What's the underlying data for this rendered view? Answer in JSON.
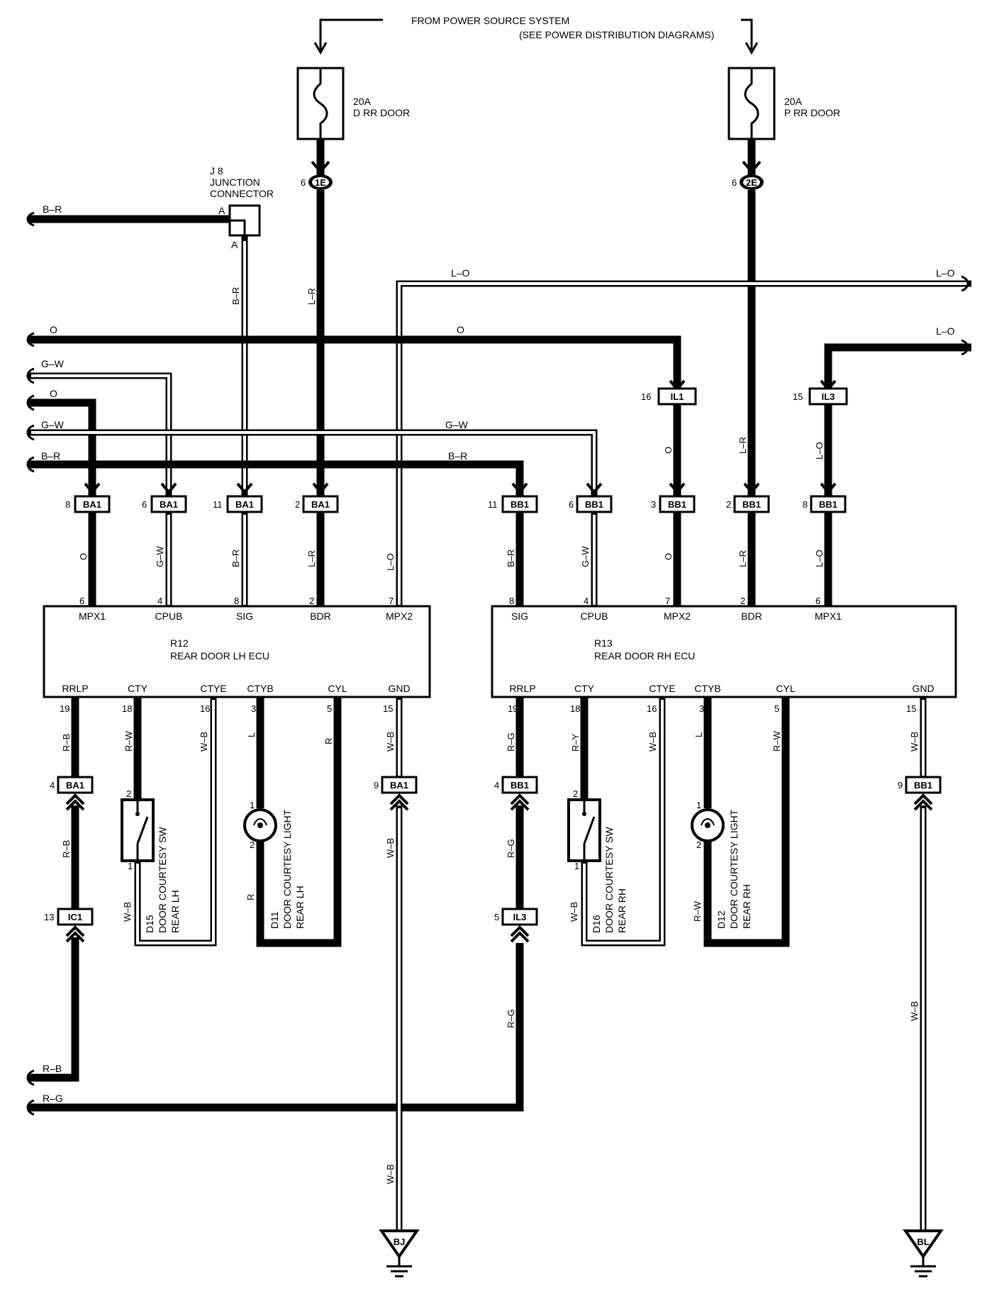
{
  "power_source": {
    "line1": "FROM POWER SOURCE SYSTEM",
    "line2": "(SEE POWER DISTRIBUTION DIAGRAMS)"
  },
  "fuses": [
    {
      "rating": "20A",
      "name": "D RR DOOR",
      "pin": "6",
      "connector": "1E"
    },
    {
      "rating": "20A",
      "name": "P RR DOOR",
      "pin": "6",
      "connector": "2E"
    }
  ],
  "junction": {
    "id": "J 8",
    "name1": "JUNCTION",
    "name2": "CONNECTOR",
    "pin_a1": "A",
    "pin_a2": "A"
  },
  "wire_colors": {
    "br": "B–R",
    "lr": "L–R",
    "lo": "L–O",
    "o": "O",
    "gw": "G–W",
    "rb": "R–B",
    "rg": "R–G",
    "rw": "R–W",
    "wb": "W–B",
    "l": "L",
    "r": "R",
    "ry": "R–Y"
  },
  "inline_connectors": [
    {
      "pin": "16",
      "name": "IL1"
    },
    {
      "pin": "15",
      "name": "IL3"
    },
    {
      "pin": "13",
      "name": "IC1"
    },
    {
      "pin": "5",
      "name": "IL3"
    }
  ],
  "ba1_top": [
    {
      "pin": "8",
      "name": "BA1"
    },
    {
      "pin": "6",
      "name": "BA1"
    },
    {
      "pin": "11",
      "name": "BA1"
    },
    {
      "pin": "2",
      "name": "BA1"
    }
  ],
  "bb1_top": [
    {
      "pin": "11",
      "name": "BB1"
    },
    {
      "pin": "6",
      "name": "BB1"
    },
    {
      "pin": "3",
      "name": "BB1"
    },
    {
      "pin": "2",
      "name": "BB1"
    },
    {
      "pin": "8",
      "name": "BB1"
    }
  ],
  "ecu_lh": {
    "id": "R12",
    "name": "REAR DOOR LH ECU",
    "top_terms": [
      {
        "pin": "6",
        "name": "MPX1"
      },
      {
        "pin": "4",
        "name": "CPUB"
      },
      {
        "pin": "8",
        "name": "SIG"
      },
      {
        "pin": "2",
        "name": "BDR"
      },
      {
        "pin": "7",
        "name": "MPX2"
      }
    ],
    "bottom_terms": [
      {
        "pin": "19",
        "name": "RRLP"
      },
      {
        "pin": "18",
        "name": "CTY"
      },
      {
        "pin": "16",
        "name": "CTYE"
      },
      {
        "pin": "3",
        "name": "CTYB"
      },
      {
        "pin": "5",
        "name": "CYL"
      },
      {
        "pin": "15",
        "name": "GND"
      }
    ]
  },
  "ecu_rh": {
    "id": "R13",
    "name": "REAR DOOR RH ECU",
    "top_terms": [
      {
        "pin": "8",
        "name": "SIG"
      },
      {
        "pin": "4",
        "name": "CPUB"
      },
      {
        "pin": "7",
        "name": "MPX2"
      },
      {
        "pin": "2",
        "name": "BDR"
      },
      {
        "pin": "6",
        "name": "MPX1"
      }
    ],
    "bottom_terms": [
      {
        "pin": "19",
        "name": "RRLP"
      },
      {
        "pin": "18",
        "name": "CTY"
      },
      {
        "pin": "16",
        "name": "CTYE"
      },
      {
        "pin": "3",
        "name": "CTYB"
      },
      {
        "pin": "5",
        "name": "CYL"
      },
      {
        "pin": "15",
        "name": "GND"
      }
    ]
  },
  "lower_connectors": [
    {
      "pin": "4",
      "name": "BA1"
    },
    {
      "pin": "9",
      "name": "BA1"
    },
    {
      "pin": "4",
      "name": "BB1"
    },
    {
      "pin": "9",
      "name": "BB1"
    }
  ],
  "components": {
    "d15": {
      "id": "D15",
      "line1": "DOOR COURTESY SW",
      "line2": "REAR LH",
      "pin_top": "2",
      "pin_bot": "1"
    },
    "d11": {
      "id": "D11",
      "line1": "DOOR COURTESY LIGHT",
      "line2": "REAR LH",
      "pin_top": "1",
      "pin_bot": "2"
    },
    "d16": {
      "id": "D16",
      "line1": "DOOR COURTESY SW",
      "line2": "REAR RH",
      "pin_top": "2",
      "pin_bot": "1"
    },
    "d12": {
      "id": "D12",
      "line1": "DOOR COURTESY LIGHT",
      "line2": "REAR RH",
      "pin_top": "1",
      "pin_bot": "2"
    }
  },
  "grounds": [
    {
      "name": "BJ"
    },
    {
      "name": "BL"
    }
  ]
}
